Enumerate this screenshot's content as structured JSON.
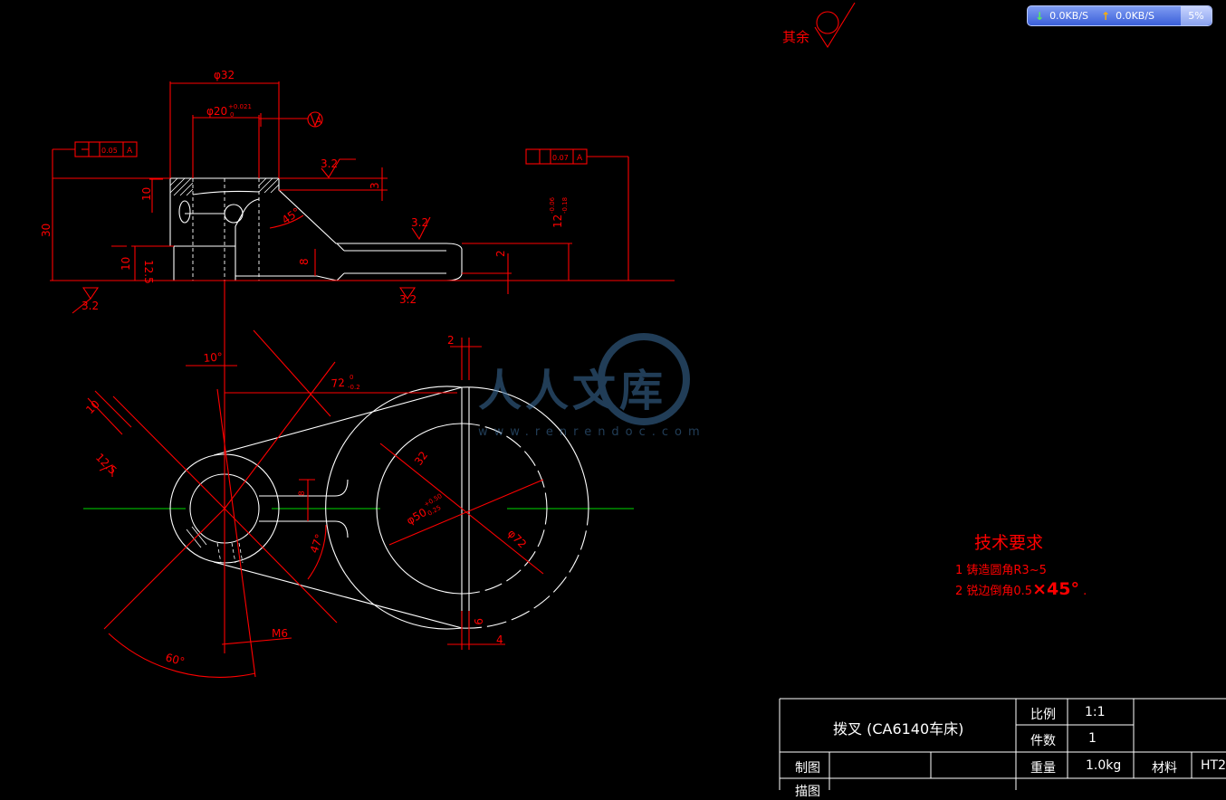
{
  "status_bar": {
    "download_speed": "0.0KB/S",
    "upload_speed": "0.0KB/S",
    "cpu_percent": "5%"
  },
  "watermark": {
    "text": "人人文库",
    "url": "www.renrendoc.com"
  },
  "roughness_note": {
    "label": "其余"
  },
  "dimensions": {
    "dia32": "φ32",
    "dia20": "φ20",
    "dia20_tol_upper": "+0.021",
    "dia20_tol_lower": "0",
    "tol_left": "0.05",
    "tol_right": "0.07",
    "datum": "A",
    "h30": "30",
    "h10a": "10",
    "h10b": "10",
    "r2_5": "12.5",
    "rough_3_2": "3.2",
    "dim3": "3",
    "dim12": "12",
    "dim12_tol_upper": "-0.06",
    "dim12_tol_lower": "-0.18",
    "angle45": "45°",
    "dim8": "8",
    "dim2": "2",
    "angle10": "10°",
    "dim72": "72",
    "dim72_tol_upper": "0",
    "dim72_tol_lower": "-0.2",
    "dim2b": "2",
    "dia50": "φ50",
    "dia50_tol_upper": "+0.50",
    "dia50_tol_lower": "0.25",
    "dia72": "φ72",
    "angle47": "47°",
    "m6": "M6",
    "angle60": "60°",
    "dim4": "4",
    "dim9": "9",
    "r32": "32",
    "dim8b": "8",
    "dim10b": "10",
    "r25": "12.5"
  },
  "tech_requirements": {
    "title": "技术要求",
    "line1": "1 铸造圆角R3~5",
    "line2_prefix": "2 锐边倒角0.5",
    "line2_x45": "×45°",
    "line2_suffix": "."
  },
  "title_block": {
    "part_name": "拨叉 (CA6140车床)",
    "scale_label": "比例",
    "scale_value": "1:1",
    "qty_label": "件数",
    "qty_value": "1",
    "drawn_label": "制图",
    "weight_label": "重量",
    "weight_value": "1.0kg",
    "material_label": "材料",
    "material_value": "HT2",
    "check_label": "描图"
  },
  "colors": {
    "background": "#000000",
    "dimension": "#ff0000",
    "outline": "#ffffff",
    "centerline": "#00d800",
    "status_bar": "#3a5fd9"
  }
}
